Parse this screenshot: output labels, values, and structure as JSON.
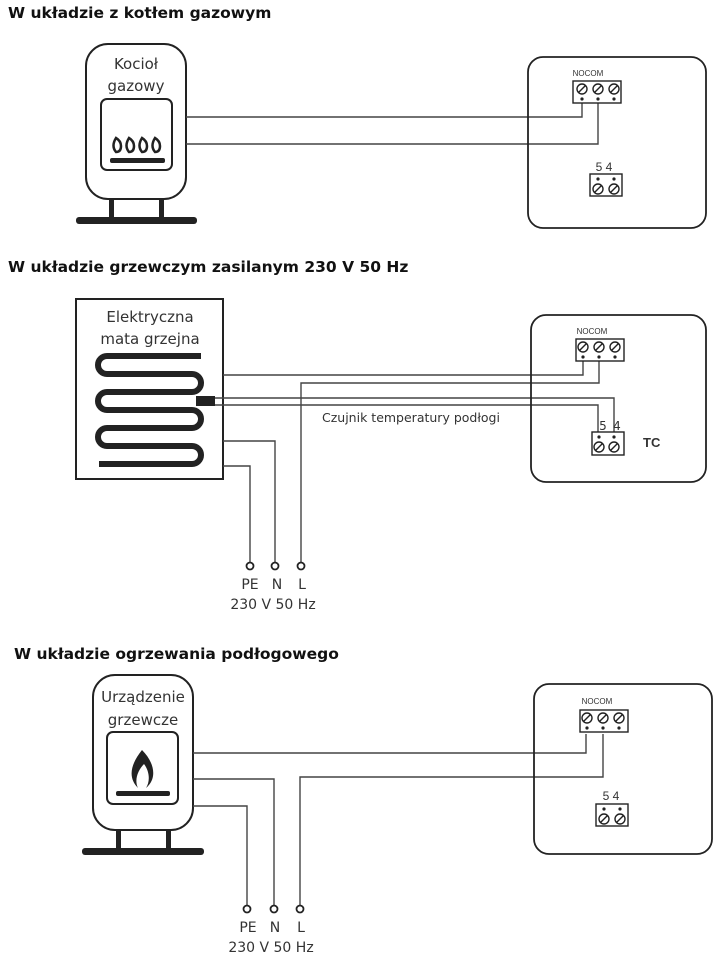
{
  "sections": [
    {
      "heading": "W układzie z kotłem gazowym",
      "device_label_line1": "Kocioł",
      "device_label_line2": "gazowy",
      "device_icon": "burner-flames-icon",
      "thermostat": {
        "relay_label": "NOCOM",
        "sensor_label": "5 4"
      }
    },
    {
      "heading": "W układzie grzewczym zasilanym 230 V 50 Hz",
      "device_label_line1": "Elektryczna",
      "device_label_line2": "mata grzejna",
      "device_icon": "heating-mat-coil-icon",
      "sensor_caption": "Czujnik temperatury podłogi",
      "thermostat": {
        "relay_label": "NOCOM",
        "sensor_label_5": "5",
        "sensor_label_4": "4",
        "extra_label": "TC"
      },
      "power": {
        "terminals": [
          "PE",
          "N",
          "L"
        ],
        "rating": "230 V 50 Hz"
      }
    },
    {
      "heading": "W układzie ogrzewania podłogowego",
      "device_label_line1": "Urządzenie",
      "device_label_line2": "grzewcze",
      "device_icon": "flame-icon",
      "thermostat": {
        "relay_label": "NOCOM",
        "sensor_label": "5 4"
      },
      "power": {
        "terminals": [
          "PE",
          "N",
          "L"
        ],
        "rating": "230 V 50 Hz"
      }
    }
  ]
}
